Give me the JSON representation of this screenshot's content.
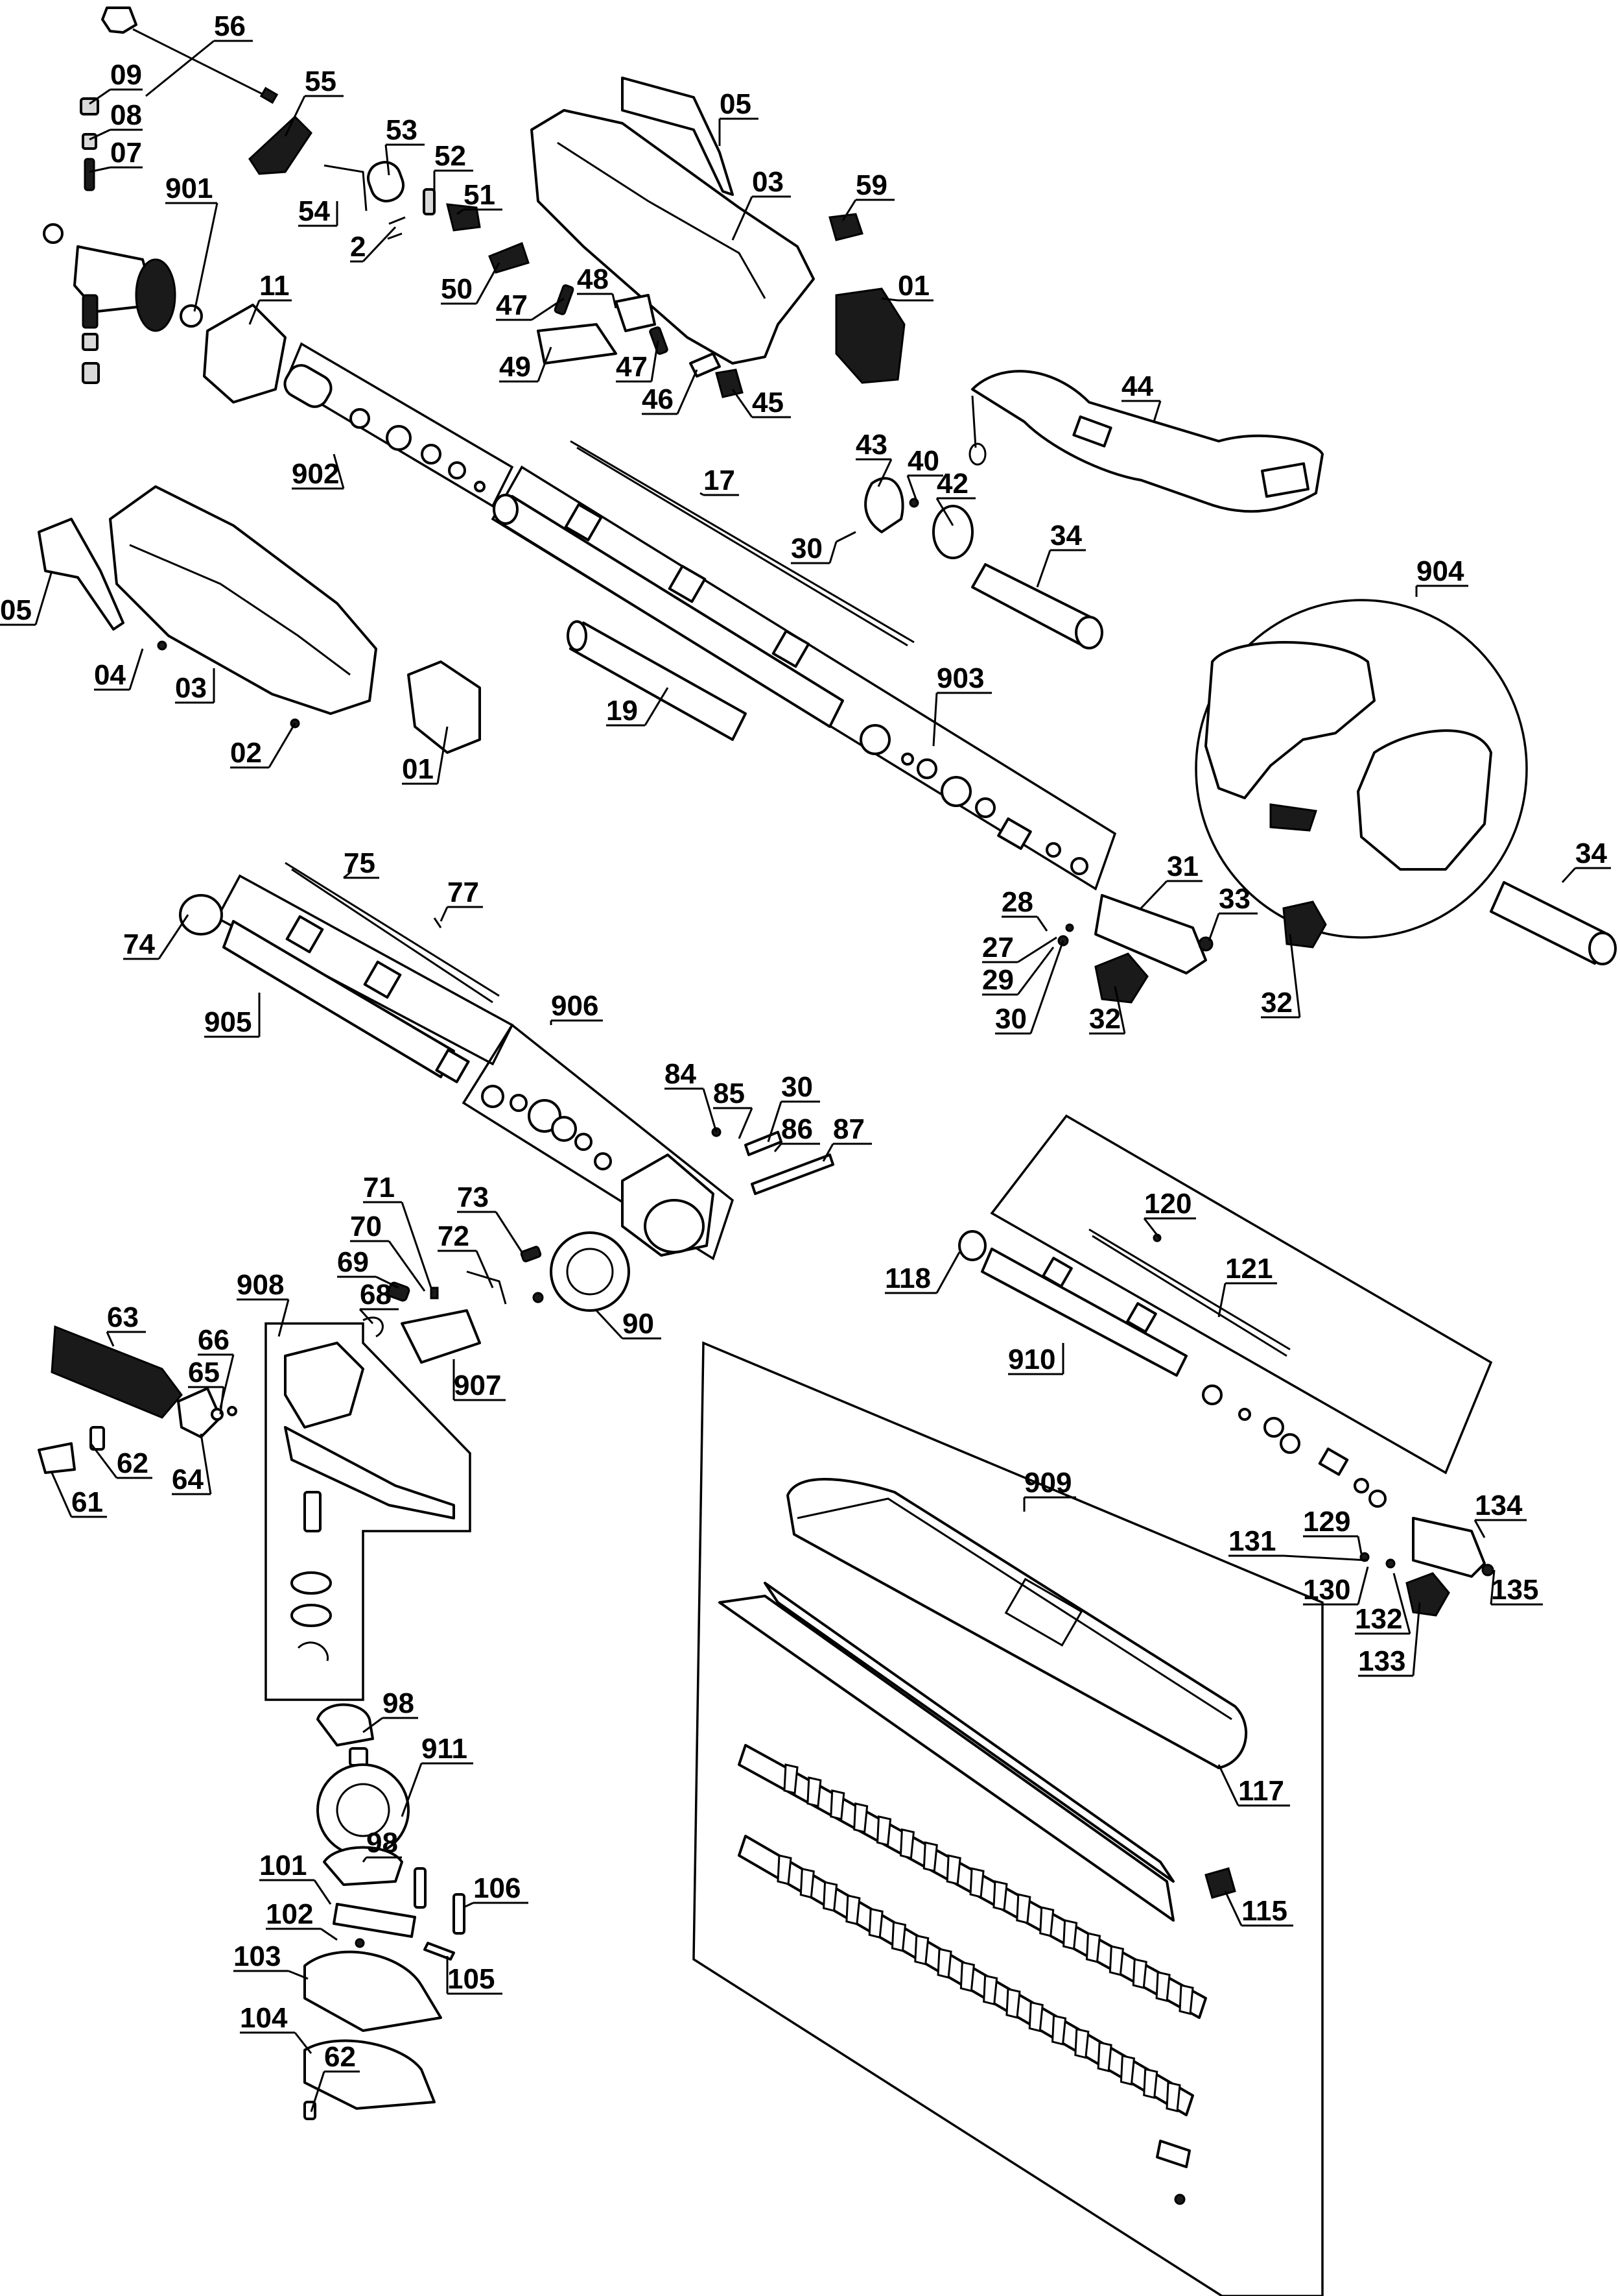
{
  "diagram": {
    "type": "exploded-parts-drawing",
    "part_numbers": [
      "56",
      "55",
      "09",
      "08",
      "07",
      "53",
      "52",
      "51",
      "05",
      "03",
      "59",
      "54",
      "2",
      "901",
      "11",
      "50",
      "47",
      "48",
      "01",
      "49",
      "47",
      "46",
      "45",
      "44",
      "902",
      "17",
      "43",
      "40",
      "42",
      "30",
      "34",
      "05",
      "04",
      "03",
      "02",
      "01",
      "19",
      "903",
      "904",
      "31",
      "28",
      "27",
      "33",
      "29",
      "30",
      "32",
      "32",
      "34",
      "75",
      "77",
      "74",
      "905",
      "906",
      "84",
      "85",
      "30",
      "86",
      "87",
      "71",
      "73",
      "70",
      "72",
      "69",
      "908",
      "68",
      "907",
      "90",
      "63",
      "66",
      "65",
      "62",
      "64",
      "61",
      "120",
      "118",
      "121",
      "910",
      "909",
      "129",
      "134",
      "131",
      "130",
      "135",
      "132",
      "133",
      "117",
      "98",
      "911",
      "98",
      "101",
      "106",
      "102",
      "105",
      "103",
      "104",
      "62",
      "115"
    ]
  }
}
